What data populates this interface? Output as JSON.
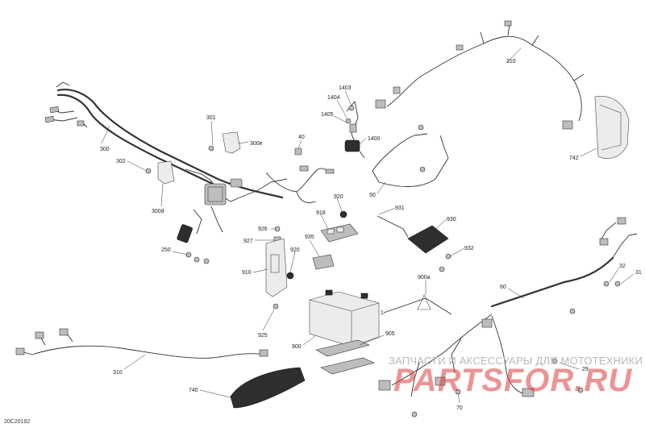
{
  "diagram": {
    "drawing_code": "20C20192",
    "callouts": {
      "c300": "300",
      "c301": "301",
      "c300e": "300e",
      "c302": "302",
      "c300d": "300d",
      "c40": "40",
      "c1403": "1403",
      "c1404": "1404",
      "c1405": "1405",
      "c1400": "1400",
      "c310a": "310",
      "c742": "742",
      "c50": "50",
      "c920a": "920",
      "c926": "926",
      "c927": "927",
      "c918": "918",
      "c935": "935",
      "c931": "931",
      "c930": "930",
      "c932": "932",
      "c250": "250",
      "c910": "910",
      "c920b": "920",
      "c900a": "900a",
      "c925": "925",
      "c900": "900",
      "c905": "905",
      "c60": "60",
      "c32": "32",
      "c31": "31",
      "c310b": "310",
      "c740": "740",
      "c70": "70",
      "c29": "29",
      "c1": "1"
    }
  },
  "watermark": {
    "caption": "ЗАПЧАСТИ И АКСЕССУАРЫ ДЛЯ МОТОТЕХНИКИ",
    "brand": "PARTSFOR.RU",
    "color": "#dd3c3c"
  }
}
